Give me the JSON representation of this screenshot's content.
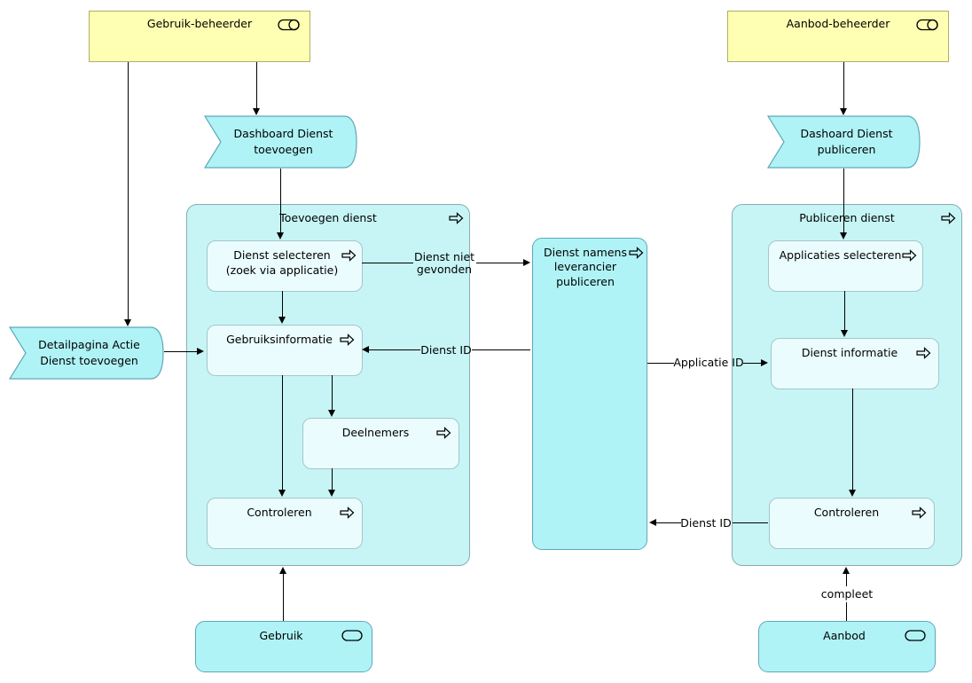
{
  "colors": {
    "actor_fill": "#ffffb3",
    "actor_border": "#aeae67",
    "element_fill": "#aff3f6",
    "element_border": "#5fa8b8",
    "container_fill": "#c7f5f5",
    "container_border": "#85adb5",
    "inner_fill": "#eafcfd",
    "inner_border": "#a3c6cc",
    "line": "#000000"
  },
  "nodes": {
    "gebruik_beheerder": {
      "label": "Gebruik-beheerder",
      "icon": "role-icon"
    },
    "aanbod_beheerder": {
      "label": "Aanbod-beheerder",
      "icon": "role-icon"
    },
    "dashboard_dienst_toevoegen": {
      "label": "Dashboard Dienst toevoegen"
    },
    "dashoard_dienst_publiceren": {
      "label": "Dashoard Dienst publiceren"
    },
    "detailpagina_actie": {
      "label": "Detailpagina Actie Dienst toevoegen"
    },
    "toevoegen_dienst": {
      "label": "Toevoegen dienst",
      "icon": "process-icon"
    },
    "dienst_selecteren": {
      "label": "Dienst selecteren (zoek via applicatie)",
      "icon": "process-icon"
    },
    "gebruiksinformatie": {
      "label": "Gebruiksinformatie",
      "icon": "process-icon"
    },
    "deelnemers": {
      "label": "Deelnemers",
      "icon": "process-icon"
    },
    "controleren_links": {
      "label": "Controleren",
      "icon": "process-icon"
    },
    "dienst_namens_leverancier": {
      "label": "Dienst namens leverancier publiceren",
      "icon": "process-icon"
    },
    "publiceren_dienst": {
      "label": "Publiceren dienst",
      "icon": "process-icon"
    },
    "applicaties_selecteren": {
      "label": "Applicaties selecteren",
      "icon": "process-icon"
    },
    "dienst_informatie": {
      "label": "Dienst informatie",
      "icon": "process-icon"
    },
    "controleren_rechts": {
      "label": "Controleren",
      "icon": "process-icon"
    },
    "gebruik": {
      "label": "Gebruik",
      "icon": "service-icon"
    },
    "aanbod": {
      "label": "Aanbod",
      "icon": "service-icon"
    }
  },
  "connectors": {
    "dienst_niet_gevonden": {
      "label": "Dienst niet gevonden"
    },
    "dienst_id_boven": {
      "label": "Dienst ID"
    },
    "applicatie_id": {
      "label": "Applicatie ID"
    },
    "dienst_id_onder": {
      "label": "Dienst ID"
    },
    "compleet": {
      "label": "compleet"
    }
  }
}
